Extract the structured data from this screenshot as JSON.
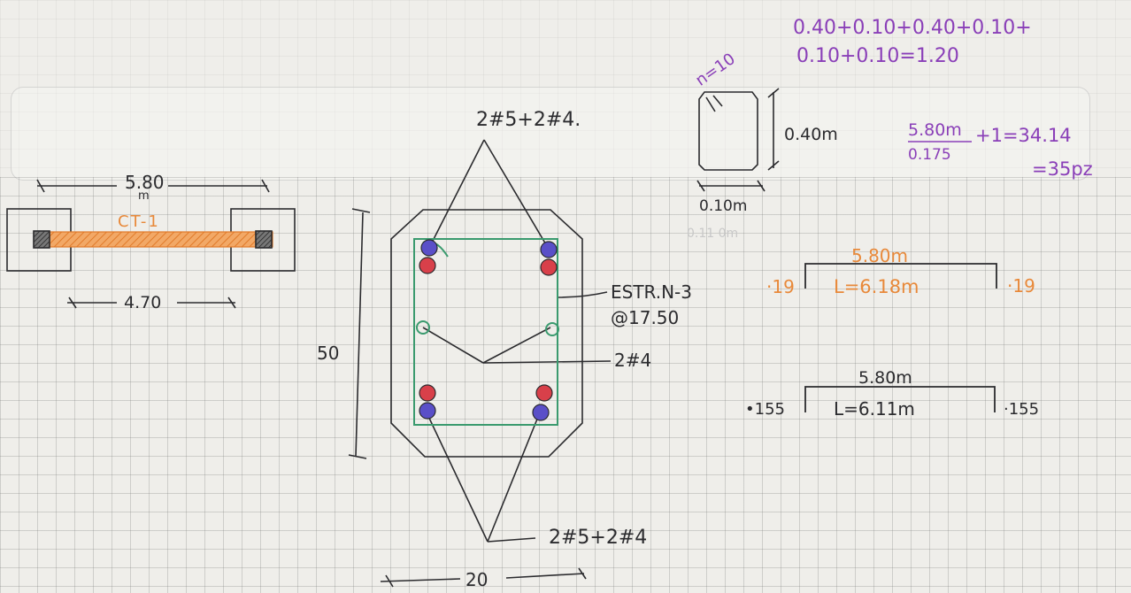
{
  "beam_elevation": {
    "span_label": "5.80",
    "span_unit": "m",
    "beam_name": "CT-1",
    "clear_span_label": "4.70"
  },
  "section": {
    "top_reinforcement": "2#5+2#4.",
    "bottom_reinforcement": "2#5+2#4",
    "stirrup_label_line1": "ESTR.N-3",
    "stirrup_label_line2": "@17.50",
    "middle_bars": "2#4",
    "height_label": "50",
    "width_label": "20"
  },
  "stirrup_detail": {
    "hook_label": "n=10",
    "height_label": "0.40m",
    "width_label": "0.10m",
    "faint_note": "0.11 0m"
  },
  "calculations": {
    "sum_line1": "0.40+0.10+0.40+0.10+",
    "sum_line2": "0.10+0.10=1.20",
    "count_numerator": "5.80m",
    "count_denominator": "0.175",
    "count_result": "+1=34.14",
    "count_rounded": "=35pz"
  },
  "bar_top": {
    "length_label": "5.80m",
    "total_label": "L=6.18m",
    "hook_left": "·19",
    "hook_right": "·19"
  },
  "bar_bottom": {
    "length_label": "5.80m",
    "total_label": "L=6.11m",
    "hook_left": "•155",
    "hook_right": "·155"
  },
  "colors": {
    "ink": "#2b2b2e",
    "orange": "#e8893a",
    "purple": "#8a3fb8",
    "green": "#3a9a6e",
    "red_bar": "#d8404a",
    "blue_bar": "#5a4fc8"
  }
}
